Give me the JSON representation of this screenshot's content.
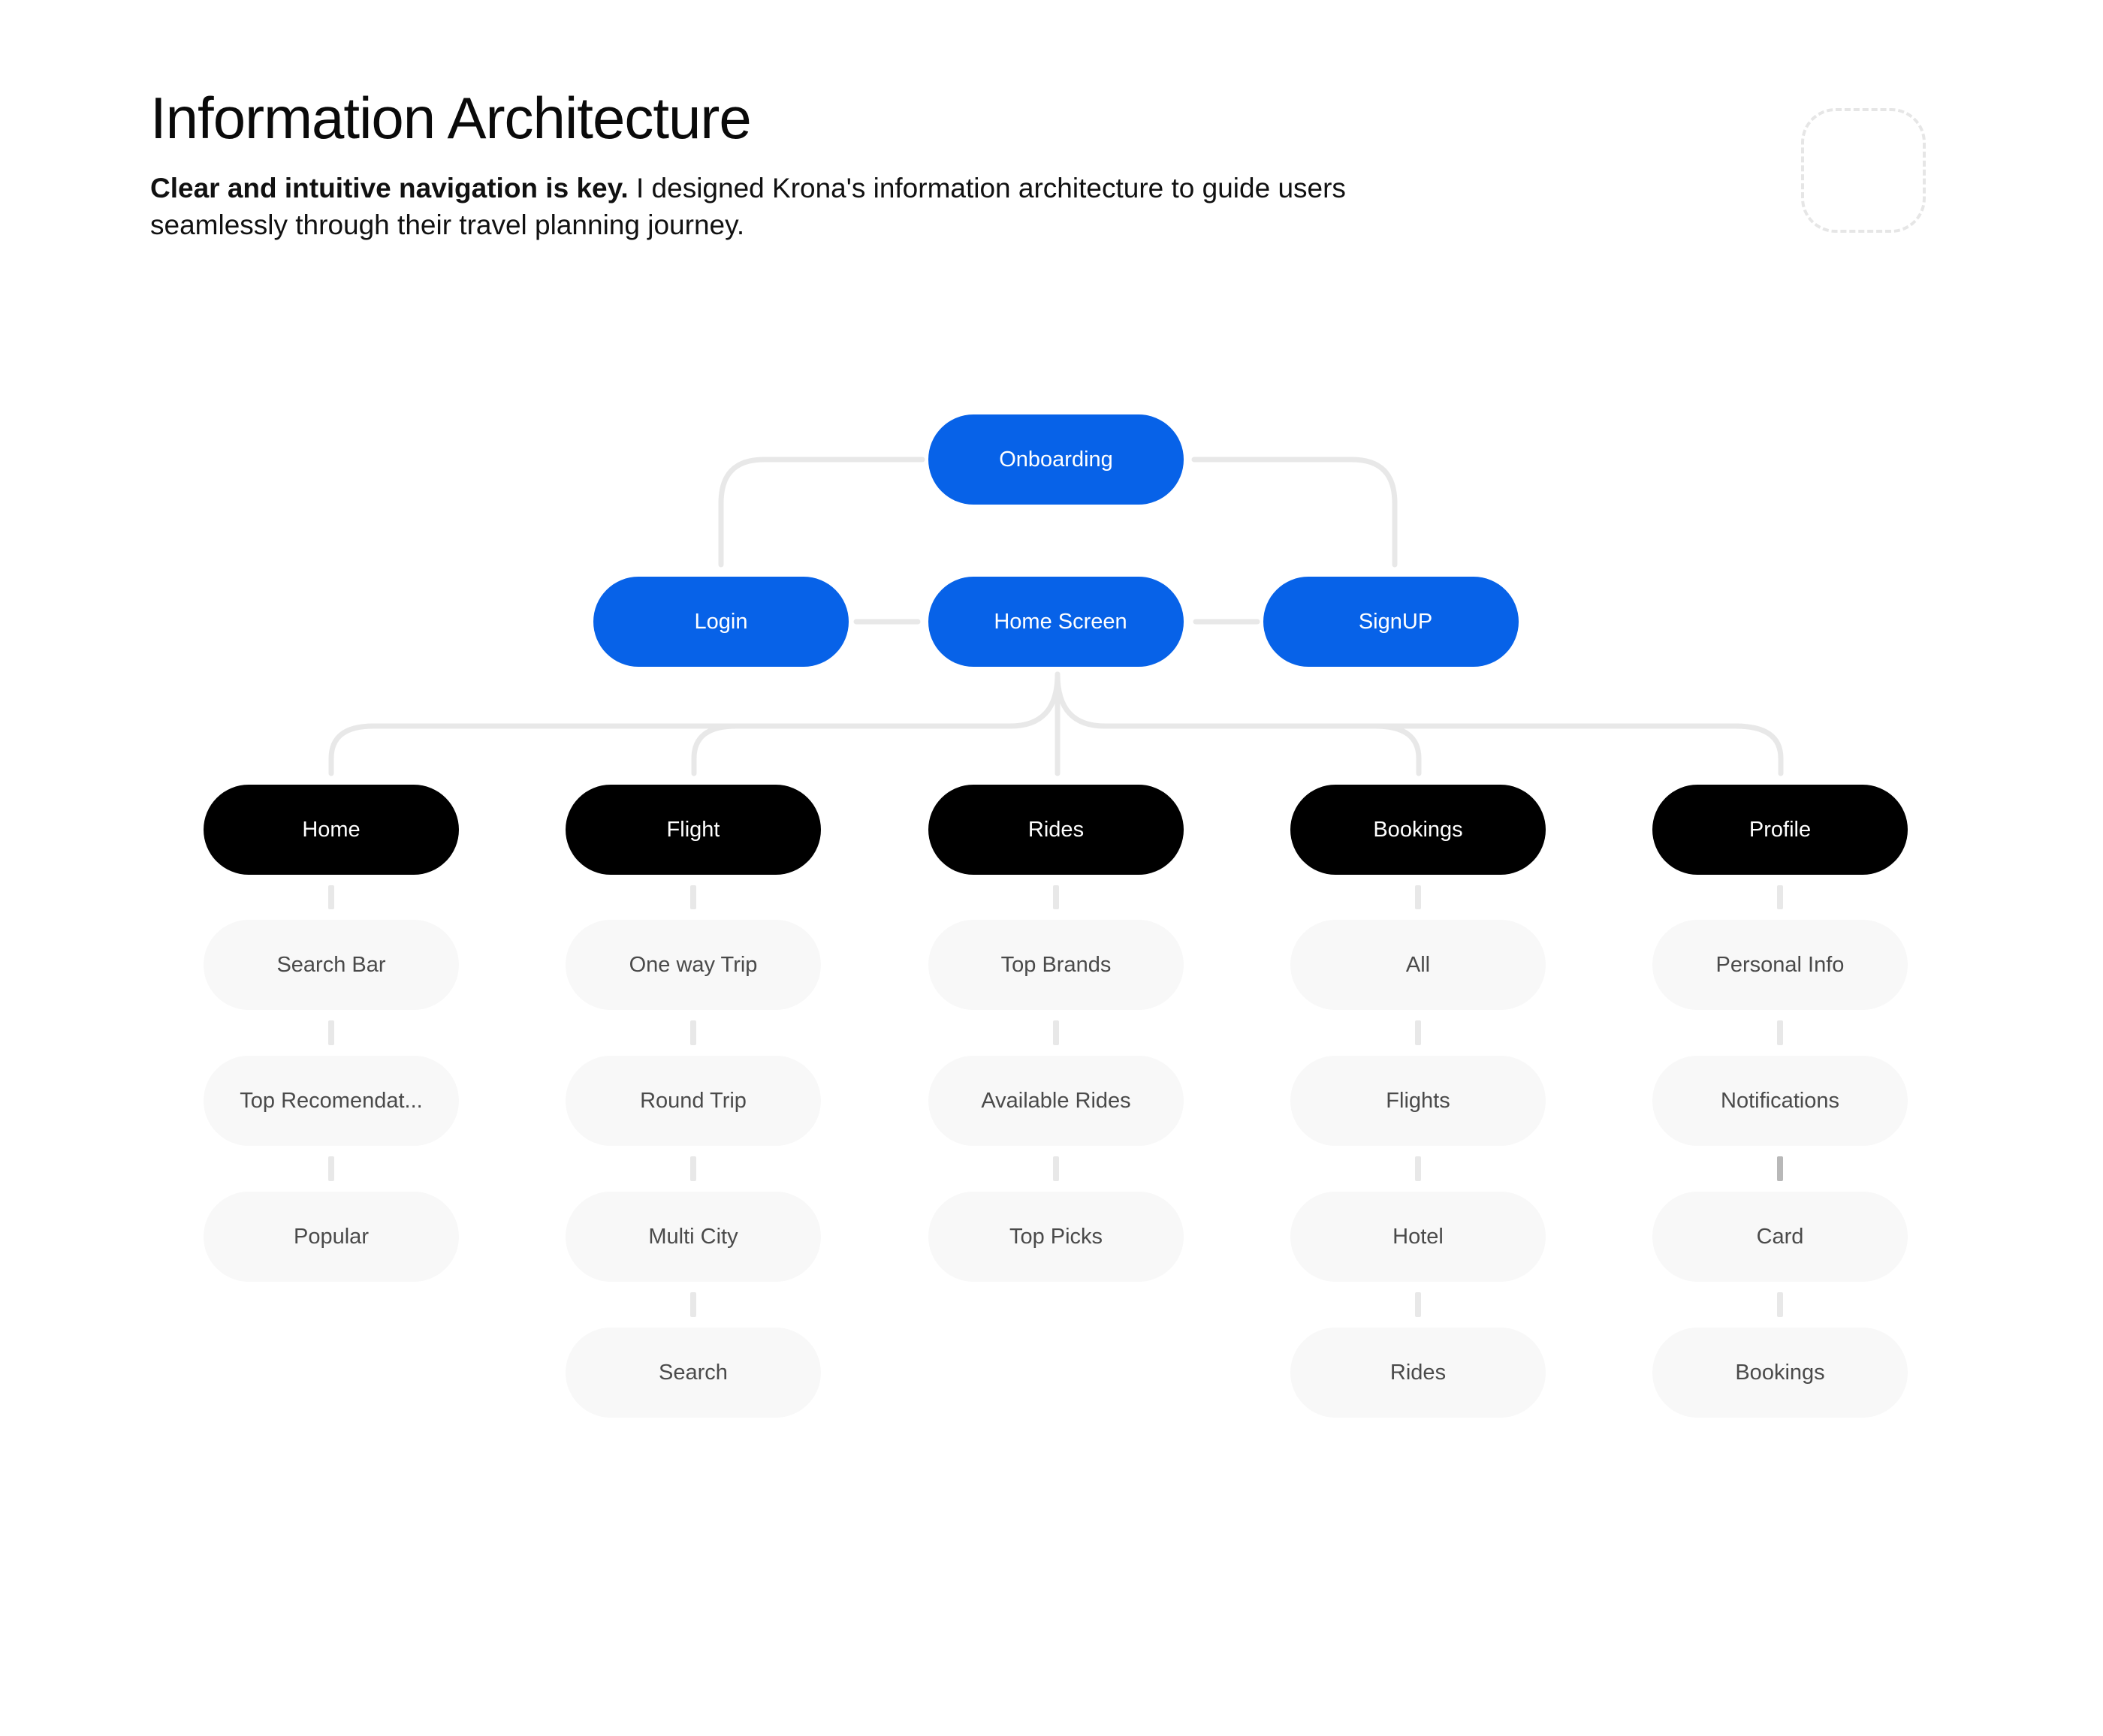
{
  "page": {
    "title": "Information Architecture",
    "subtitle_bold": "Clear and intuitive navigation is key.",
    "subtitle_rest": " I designed Krona's information architecture to guide users seamlessly through their travel planning journey."
  },
  "colors": {
    "primary_blue": "#0762e8",
    "section_black": "#000000",
    "leaf_bg": "#f8f8f8",
    "leaf_text": "#4a4a4a",
    "connector": "#e8e8e8"
  },
  "top": {
    "onboarding": "Onboarding",
    "login": "Login",
    "home_screen": "Home Screen",
    "signup": "SignUP"
  },
  "sections": [
    {
      "label": "Home",
      "items": [
        "Search Bar",
        "Top Recomendat...",
        "Popular"
      ]
    },
    {
      "label": "Flight",
      "items": [
        "One way Trip",
        "Round Trip",
        "Multi City",
        "Search"
      ]
    },
    {
      "label": "Rides",
      "items": [
        "Top Brands",
        "Available Rides",
        "Top Picks"
      ]
    },
    {
      "label": "Bookings",
      "items": [
        "All",
        "Flights",
        "Hotel",
        "Rides"
      ]
    },
    {
      "label": "Profile",
      "items": [
        "Personal Info",
        "Notifications",
        "Card",
        "Bookings"
      ]
    }
  ]
}
